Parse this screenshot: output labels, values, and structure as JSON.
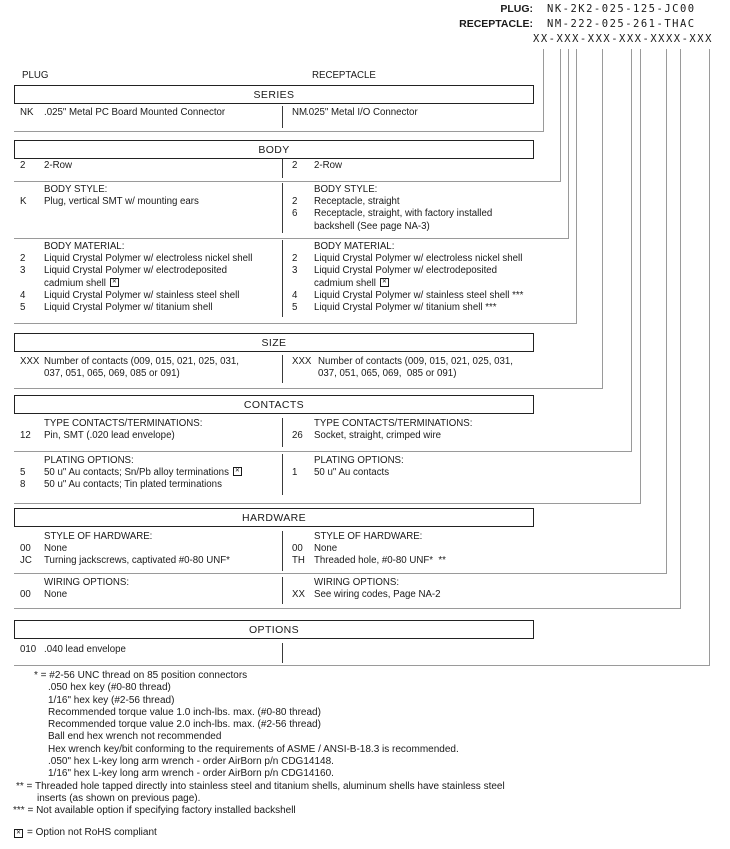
{
  "header": {
    "plug_label": "PLUG:",
    "plug_value": "NK-2K2-025-125-JC00",
    "receptacle_label": "RECEPTACLE:",
    "receptacle_value": "NM-222-025-261-THAC",
    "format_mask": "XX-XXX-XXX-XXX-XXXX-XXX"
  },
  "columns": {
    "left_label": "PLUG",
    "right_label": "RECEPTACLE"
  },
  "icons": {
    "not_rohs_glyph": "✕"
  },
  "series": {
    "title": "SERIES",
    "left_code": "NK",
    "left_desc": ".025\" Metal PC Board Mounted Connector",
    "right_code": "NM",
    "right_desc": ".025\" Metal I/O Connector"
  },
  "body_section": {
    "title": "BODY",
    "row_left_code": "2",
    "row_left_desc": "2-Row",
    "row_right_code": "2",
    "row_right_desc": "2-Row",
    "style_heading": "BODY STYLE:",
    "style_left_code": "K",
    "style_left_desc": "Plug, vertical SMT w/ mounting ears",
    "style_right_1_code": "2",
    "style_right_1_desc": "Receptacle, straight",
    "style_right_2_code": "6",
    "style_right_2_desc": "Receptacle, straight, with factory installed",
    "style_right_2_cont": "backshell (See page NA-3)",
    "material_heading": "BODY MATERIAL:",
    "mat_l1_code": "2",
    "mat_l1_desc": "Liquid Crystal Polymer w/ electroless nickel shell",
    "mat_l2_code": "3",
    "mat_l2_desc": "Liquid Crystal Polymer w/ electrodeposited",
    "mat_l2_cont": "cadmium shell",
    "mat_l3_code": "4",
    "mat_l3_desc": "Liquid Crystal Polymer w/ stainless steel shell",
    "mat_l4_code": "5",
    "mat_l4_desc": "Liquid Crystal Polymer w/ titanium shell",
    "mat_r1_code": "2",
    "mat_r1_desc": "Liquid Crystal Polymer w/ electroless nickel shell",
    "mat_r2_code": "3",
    "mat_r2_desc": "Liquid Crystal Polymer w/ electrodeposited",
    "mat_r2_cont": "cadmium shell",
    "mat_r3_code": "4",
    "mat_r3_desc": "Liquid Crystal Polymer w/ stainless steel shell ***",
    "mat_r4_code": "5",
    "mat_r4_desc": "Liquid Crystal Polymer w/ titanium shell ***"
  },
  "size_section": {
    "title": "SIZE",
    "left_code": "XXX",
    "left_desc_1": "Number of contacts (009, 015, 021, 025, 031,",
    "left_desc_2": "037, 051, 065, 069, 085 or 091)",
    "right_code": "XXX",
    "right_desc_1": "Number of contacts (009, 015, 021, 025, 031,",
    "right_desc_2": "037, 051, 065, 069,  085 or 091)"
  },
  "contacts_section": {
    "title": "CONTACTS",
    "type_heading": "TYPE CONTACTS/TERMINATIONS:",
    "type_left_code": "12",
    "type_left_desc": "Pin, SMT (.020 lead envelope)",
    "type_right_code": "26",
    "type_right_desc": "Socket, straight, crimped wire",
    "plating_heading": "PLATING OPTIONS:",
    "plat_l1_code": "5",
    "plat_l1_desc": "50 u\" Au contacts; Sn/Pb alloy terminations",
    "plat_l2_code": "8",
    "plat_l2_desc": "50 u\" Au contacts; Tin plated terminations",
    "plat_r1_code": "1",
    "plat_r1_desc": "50 u\" Au contacts"
  },
  "hardware_section": {
    "title": "HARDWARE",
    "style_heading": "STYLE OF HARDWARE:",
    "sl1_code": "00",
    "sl1_desc": "None",
    "sl2_code": "JC",
    "sl2_desc": "Turning jackscrews, captivated #0-80 UNF*",
    "sr1_code": "00",
    "sr1_desc": "None",
    "sr2_code": "TH",
    "sr2_desc": "Threaded hole, #0-80 UNF*  **",
    "wiring_heading": "WIRING OPTIONS:",
    "wl1_code": "00",
    "wl1_desc": "None",
    "wr1_code": "XX",
    "wr1_desc": "See wiring codes, Page NA-2"
  },
  "options_section": {
    "title": "OPTIONS",
    "left_code": "010",
    "left_desc": ".040 lead envelope"
  },
  "footnotes": [
    "* = #2-56 UNC thread on 85 position connectors",
    ".050 hex key (#0-80 thread)",
    "1/16\" hex key (#2-56 thread)",
    "Recommended torque value 1.0 inch-lbs. max. (#0-80 thread)",
    "Recommended torque value 2.0 inch-lbs. max. (#2-56 thread)",
    "Ball end hex wrench not recommended",
    "Hex wrench key/bit conforming to the requirements of ASME / ANSI-B-18.3 is recommended.",
    ".050\" hex L-key long arm wrench - order AirBorn p/n CDG14148.",
    "1/16\" hex L-key long arm wrench - order AirBorn p/n CDG14160.",
    "** = Threaded hole tapped directly into stainless steel and titanium shells, aluminum shells have stainless steel",
    "inserts (as shown on previous page).",
    "*** = Not available option if specifying factory installed backshell",
    "= Option not RoHS compliant"
  ],
  "colors": {
    "text": "#1a1a1a",
    "connector_line": "#9a9a9a",
    "box_border": "#222222"
  }
}
